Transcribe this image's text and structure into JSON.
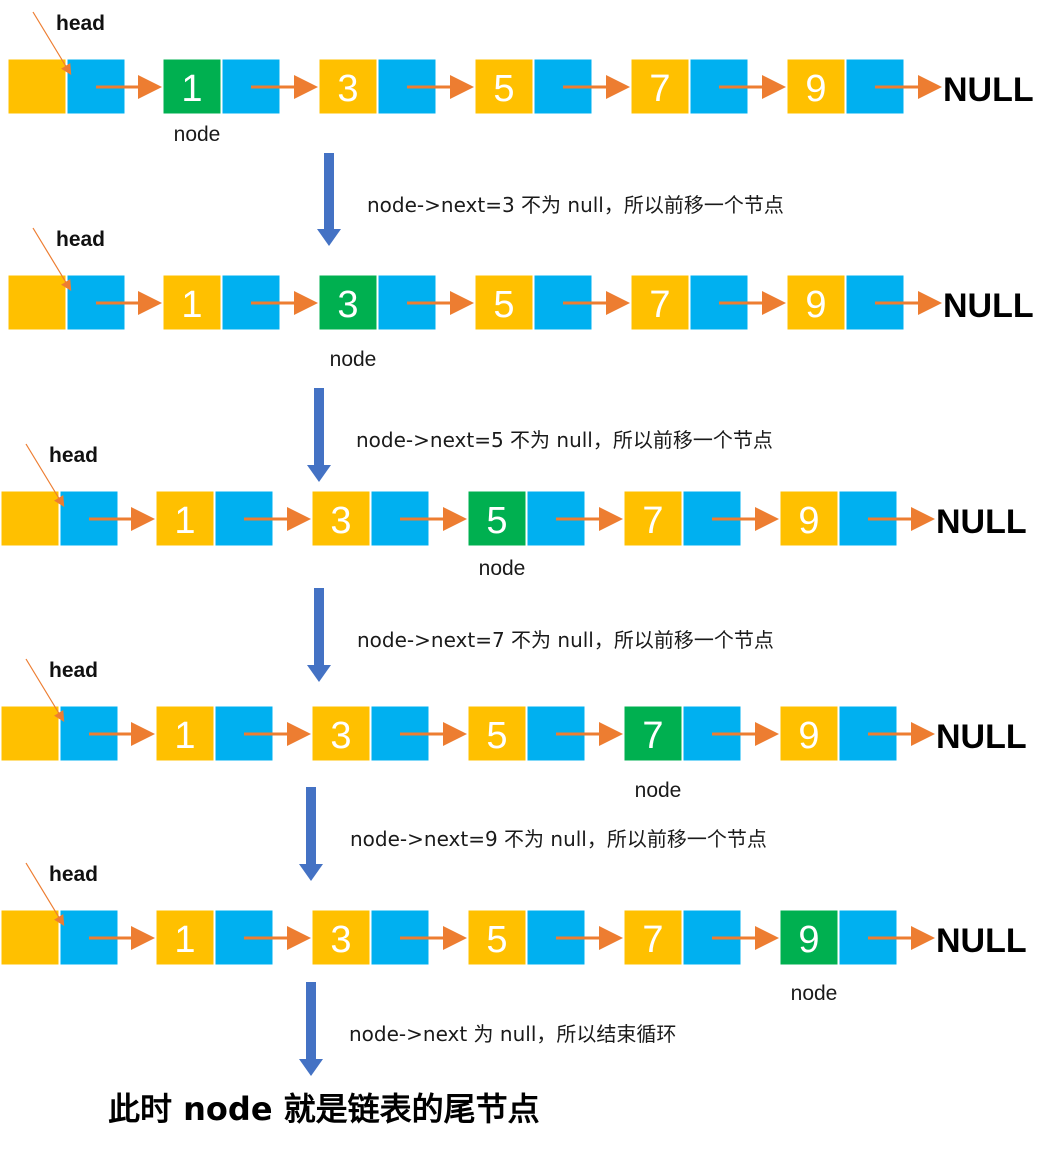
{
  "colors": {
    "data_cell": "#FFC000",
    "pointer_cell": "#00B0F0",
    "current_node": "#00B050",
    "arrow": "#ED7D31",
    "down_arrow": "#4472C4"
  },
  "labels": {
    "head": "head",
    "node": "node",
    "null": "NULL"
  },
  "node_values": [
    "1",
    "3",
    "5",
    "7",
    "9"
  ],
  "steps": [
    {
      "current_index": 0
    },
    {
      "current_index": 1
    },
    {
      "current_index": 2
    },
    {
      "current_index": 3
    },
    {
      "current_index": 4
    }
  ],
  "transitions": [
    "node->next=3 不为 null，所以前移一个节点",
    "node->next=5 不为 null，所以前移一个节点",
    "node->next=7 不为 null，所以前移一个节点",
    "node->next=9 不为 null，所以前移一个节点",
    "node->next 为 null，所以结束循环"
  ],
  "conclusion": "此时 node 就是链表的尾节点"
}
